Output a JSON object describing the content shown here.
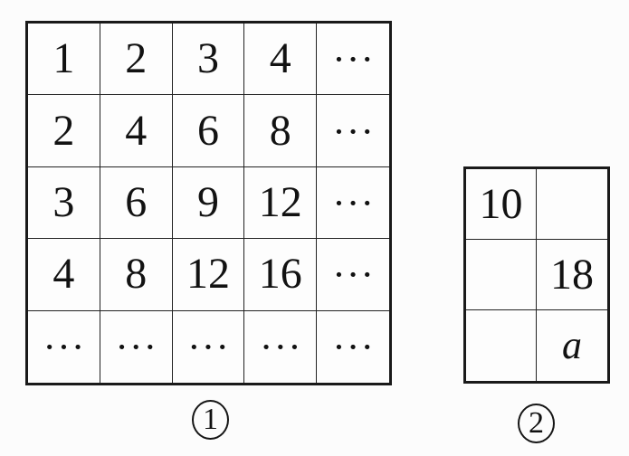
{
  "figure": {
    "colors": {
      "background": "#fcfcfc",
      "line": "#1a1a1a",
      "text": "#121212"
    },
    "table1": {
      "label": "1",
      "rows": [
        [
          "1",
          "2",
          "3",
          "4",
          "···"
        ],
        [
          "2",
          "4",
          "6",
          "8",
          "···"
        ],
        [
          "3",
          "6",
          "9",
          "12",
          "···"
        ],
        [
          "4",
          "8",
          "12",
          "16",
          "···"
        ],
        [
          "···",
          "···",
          "···",
          "···",
          "···"
        ]
      ]
    },
    "table2": {
      "label": "2",
      "rows": [
        [
          "10",
          ""
        ],
        [
          "",
          "18"
        ],
        [
          "",
          "a"
        ]
      ]
    }
  }
}
